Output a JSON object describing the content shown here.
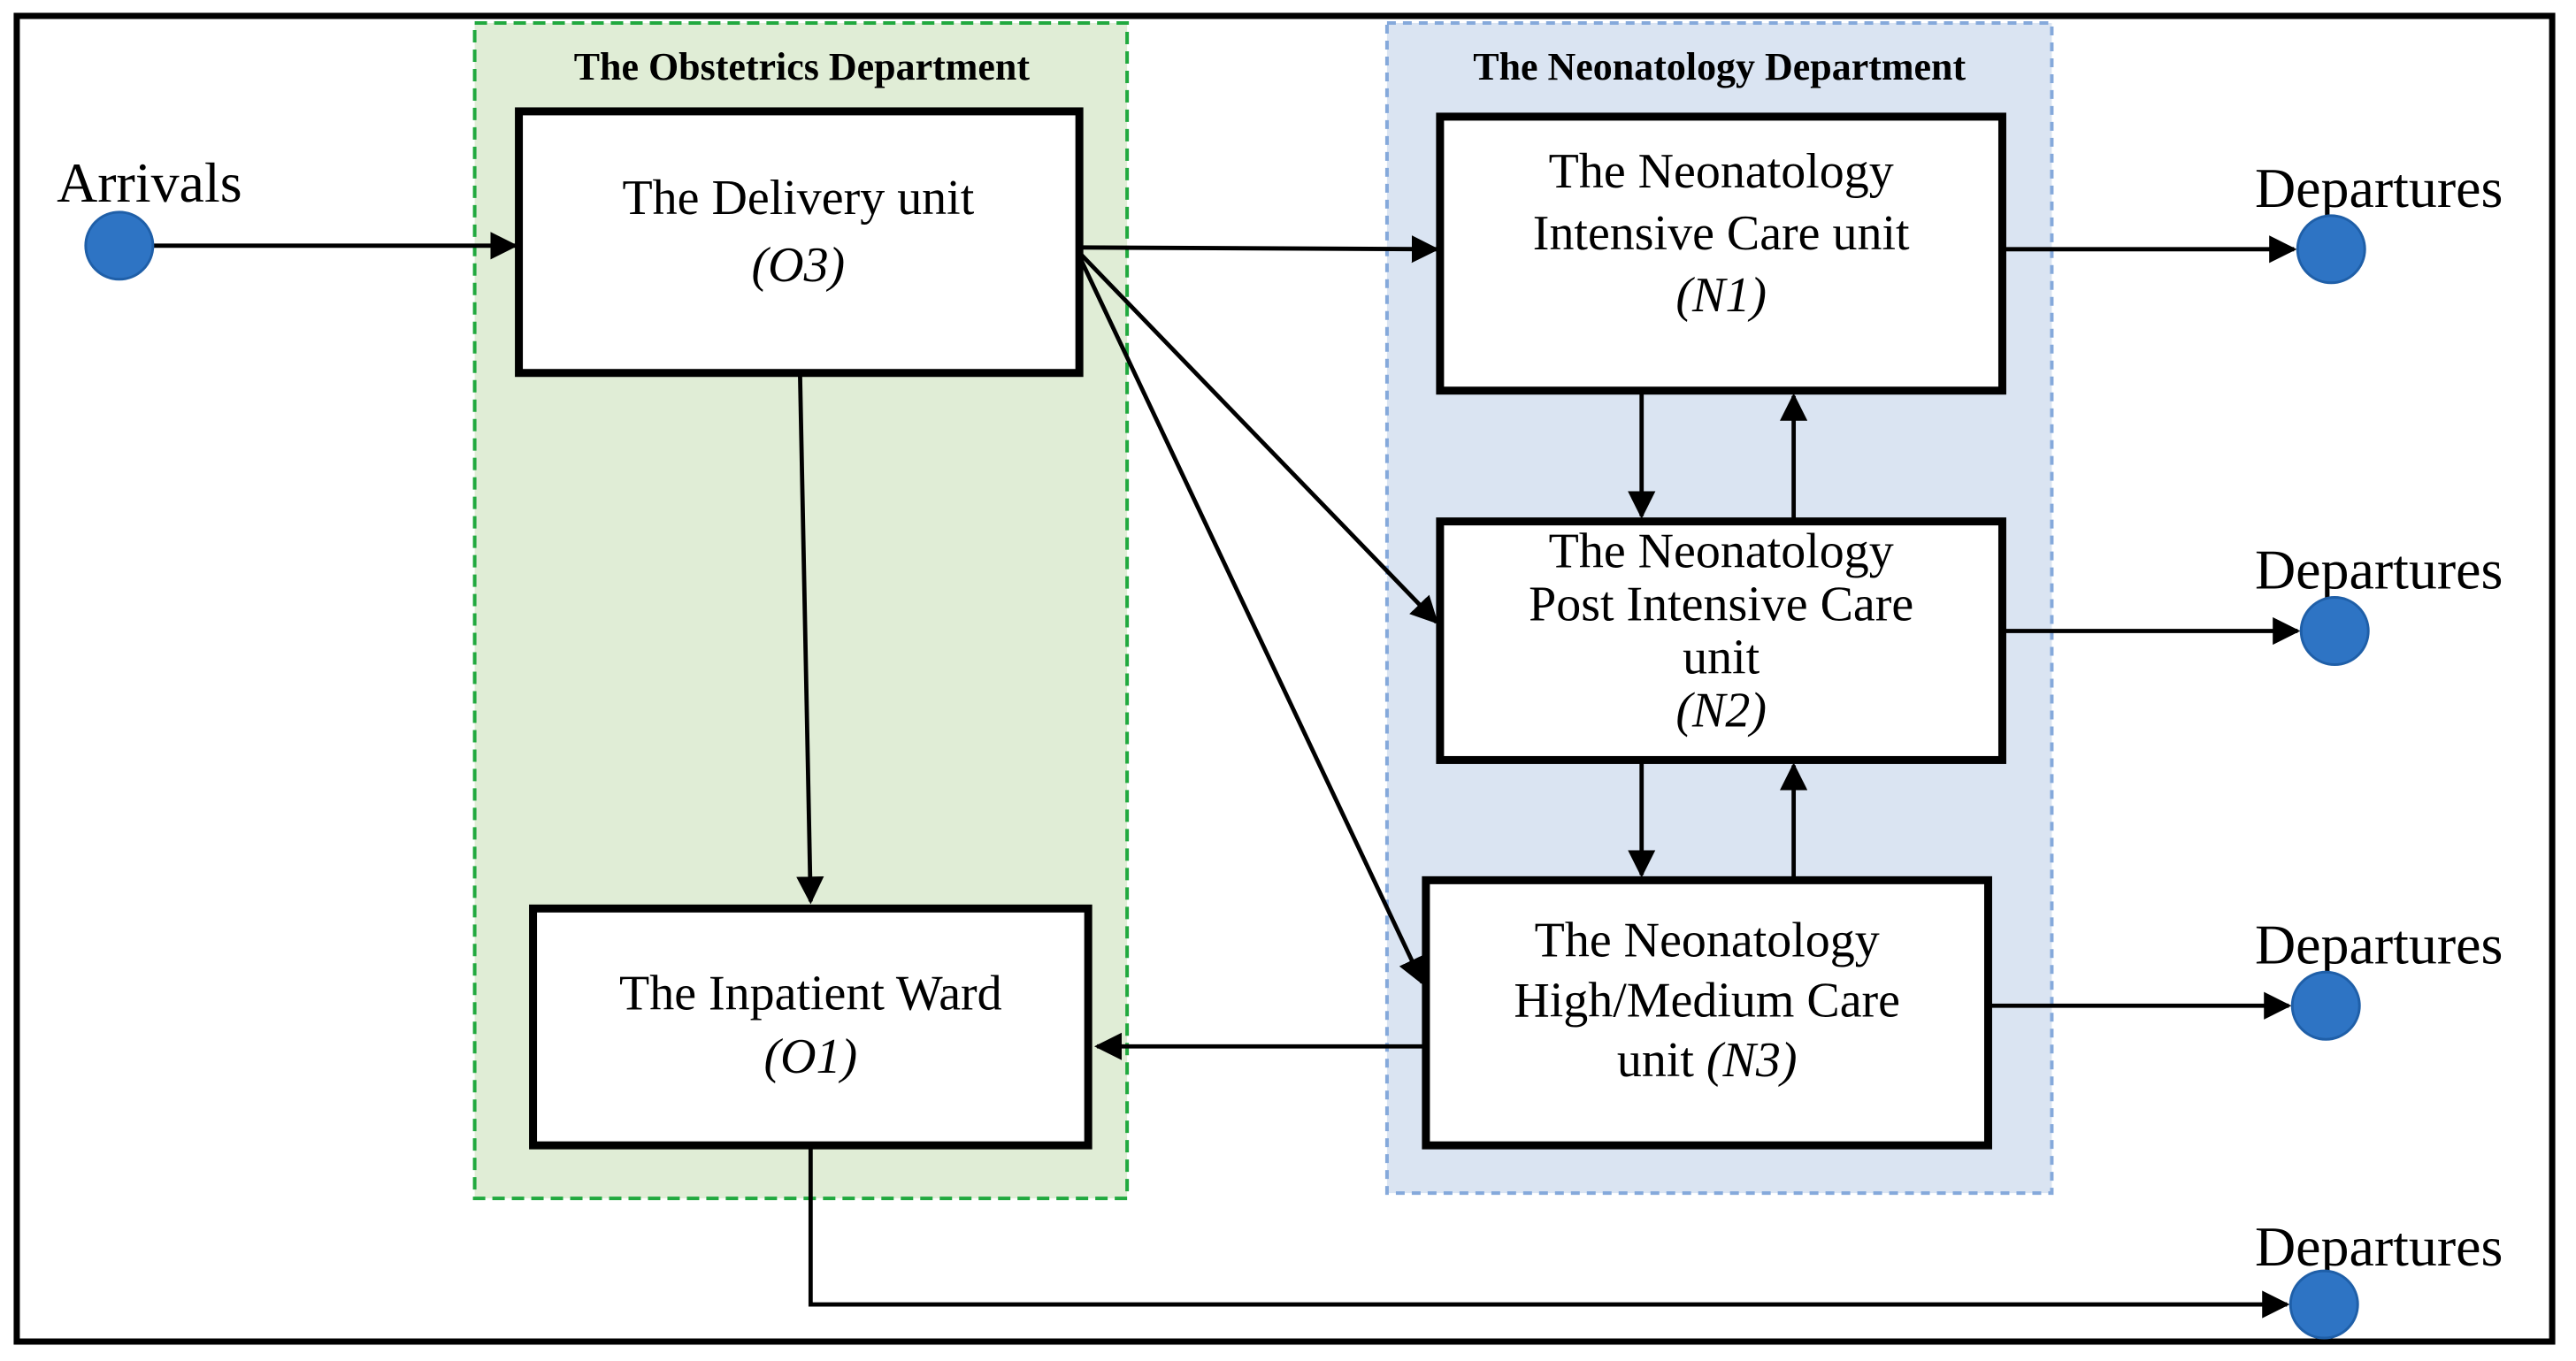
{
  "figure": {
    "arrivals": {
      "label": "Arrivals"
    },
    "departures": [
      {
        "label": "Departures"
      },
      {
        "label": "Departures"
      },
      {
        "label": "Departures"
      },
      {
        "label": "Departures"
      }
    ],
    "groups": {
      "obstetrics": {
        "title": "The Obstetrics Department"
      },
      "neonatology": {
        "title": "The Neonatology Department"
      }
    },
    "nodes": {
      "delivery": {
        "line1": "The Delivery unit",
        "code": "(O3)"
      },
      "nicu": {
        "line1": "The Neonatology",
        "line2": "Intensive Care unit",
        "code": "(N1)"
      },
      "picu": {
        "line1": "The Neonatology",
        "line2": "Post Intensive Care",
        "line3": "unit",
        "code": "(N2)"
      },
      "hmcu": {
        "line1": "The Neonatology",
        "line2": "High/Medium Care",
        "line3": "unit",
        "code": "(N3)"
      },
      "ward": {
        "line1": "The Inpatient Ward",
        "code": "(O1)"
      }
    },
    "colors": {
      "obstetrics_fill": "#E0EDD6",
      "obstetrics_border": "#21A93F",
      "neonatology_fill": "#DAE4F2",
      "neonatology_border": "#85A9DB",
      "endpoint_fill": "#2E74C4",
      "endpoint_stroke": "#1F5FA8",
      "connector": "#000000"
    }
  }
}
